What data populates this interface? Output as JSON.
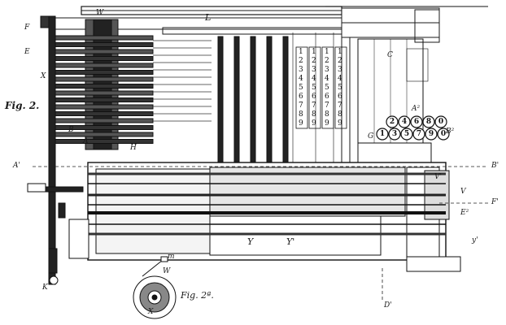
{
  "figure": {
    "fig_main": "Fig. 2.",
    "fig_sub": "Fig. 2ª."
  },
  "labels": {
    "L": "L",
    "F": "F",
    "E": "E",
    "W": "W",
    "X": "X",
    "B": "B",
    "A": "A",
    "H": "H",
    "A_prime": "A'",
    "B_prime": "B'",
    "F_prime": "F'",
    "D_prime": "D'",
    "Y": "Y",
    "Y1": "Y'",
    "V1": "V'",
    "V": "V",
    "y_arrow": "y'",
    "C": "C",
    "G": "G",
    "W_sub": "W",
    "X_sub": "X",
    "m_sub": "m",
    "K": "K",
    "A2": "A²",
    "B2": "B²",
    "E2": "E²"
  },
  "digit_columns": [
    [
      "1",
      "2",
      "3",
      "4",
      "5",
      "6",
      "7",
      "8",
      "9"
    ],
    [
      "1",
      "2",
      "3",
      "4",
      "5",
      "6",
      "7",
      "8",
      "9"
    ],
    [
      "1",
      "2",
      "3",
      "4",
      "5",
      "6",
      "7",
      "8",
      "9"
    ],
    [
      "1",
      "2",
      "3",
      "4",
      "5",
      "6",
      "7",
      "8",
      "9"
    ]
  ],
  "keys_top": [
    "2",
    "4",
    "6",
    "8",
    "0"
  ],
  "keys_bottom": [
    "1",
    "3",
    "5",
    "7",
    "9",
    "0"
  ]
}
